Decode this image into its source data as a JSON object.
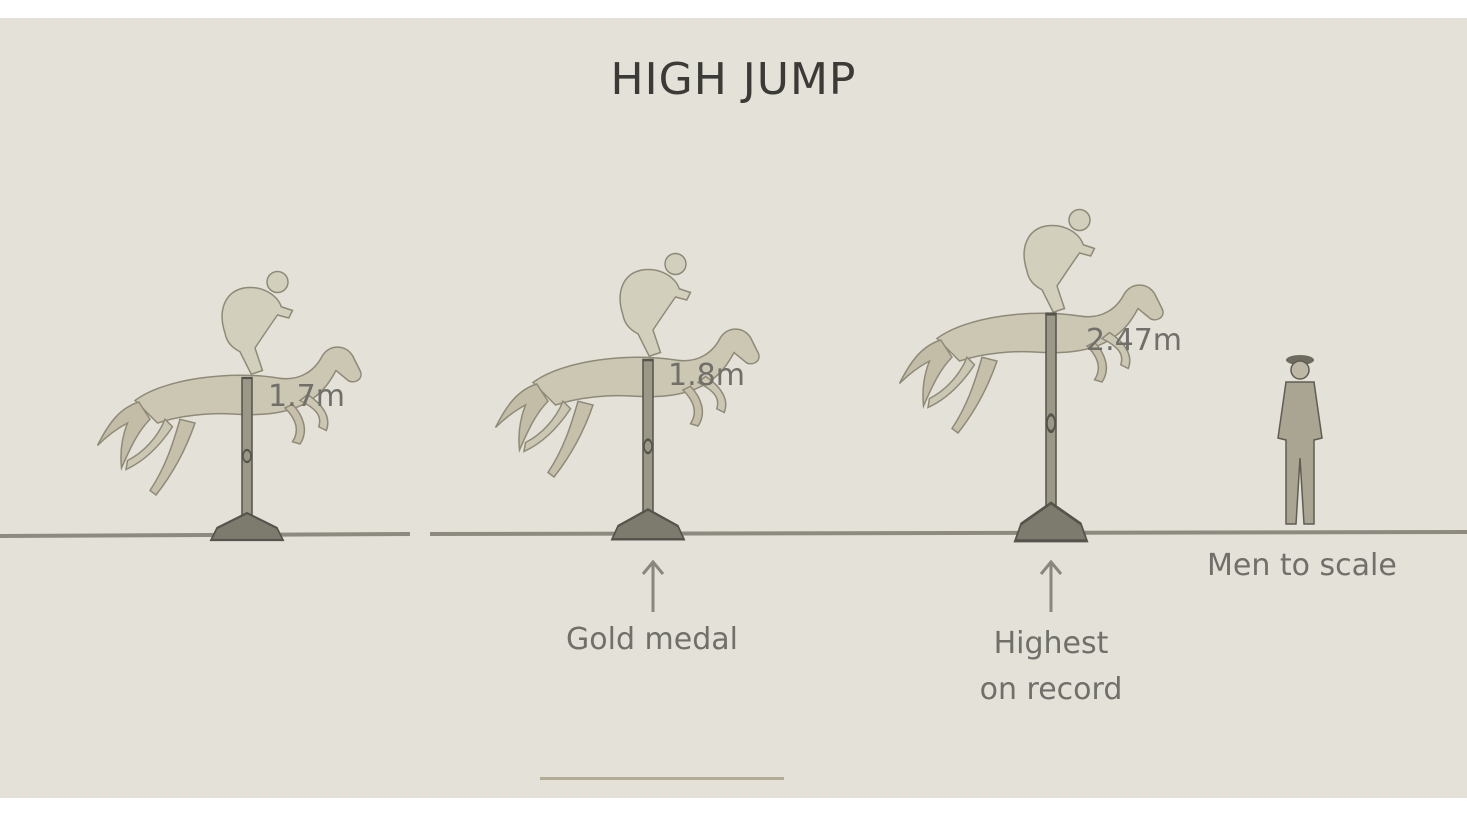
{
  "title": "HIGH JUMP",
  "jumps": [
    {
      "height": "1.7m",
      "note": ""
    },
    {
      "height": "1.8m",
      "note": "Gold medal"
    },
    {
      "height": "2.47m",
      "note": "Highest on record",
      "note_lines": [
        "Highest",
        "on record"
      ]
    }
  ],
  "scale_label": "Men to scale",
  "colors": {
    "background": "#e3e1d8",
    "title": "#3b3a37",
    "label": "#706f6a",
    "horse": "#ccc7b3",
    "ink": "#6d6a60",
    "ground": "#8e8a7f"
  },
  "icons": [
    "horse-rider-icon",
    "jump-pole-icon",
    "arrow-up-icon",
    "standing-man-icon"
  ]
}
